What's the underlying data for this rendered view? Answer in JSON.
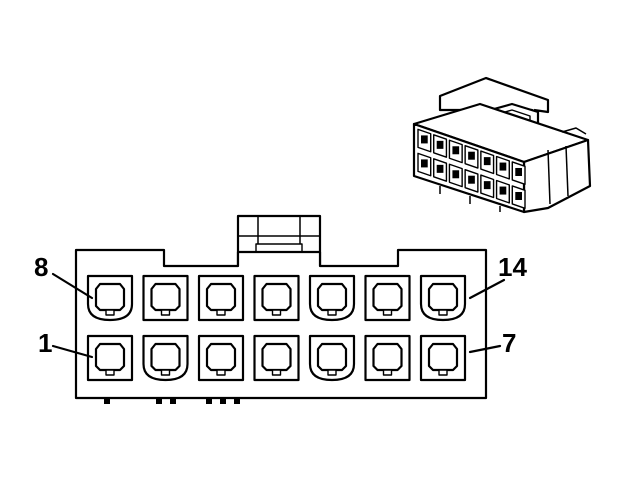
{
  "diagram": {
    "pin_labels": {
      "top_left": "8",
      "top_right": "14",
      "bottom_left": "1",
      "bottom_right": "7"
    },
    "cavity_rows": [
      {
        "row": "top",
        "shapes": [
          "rounded",
          "square",
          "square",
          "square",
          "rounded",
          "square",
          "rounded"
        ]
      },
      {
        "row": "bottom",
        "shapes": [
          "square",
          "rounded",
          "square",
          "square",
          "rounded",
          "square",
          "square"
        ]
      }
    ]
  },
  "icons": {
    "inset": "connector-isometric-icon"
  }
}
